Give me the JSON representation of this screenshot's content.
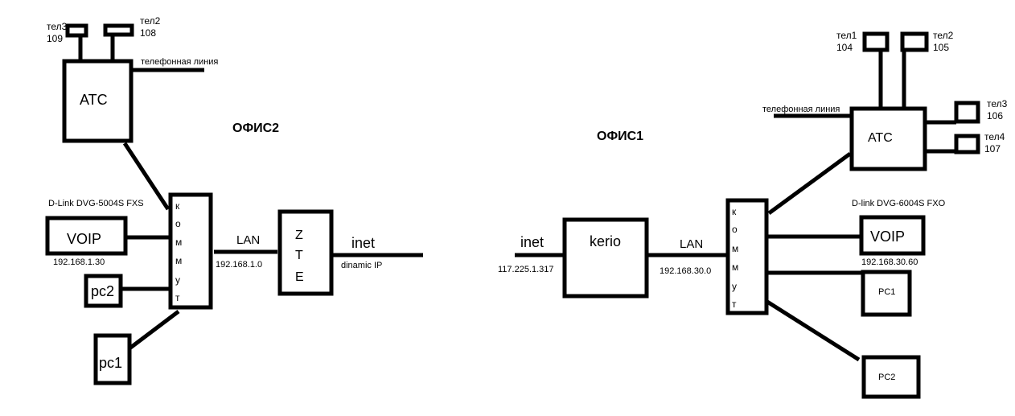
{
  "office2": {
    "title": "ОФИС2",
    "phones": [
      {
        "name": "тел3",
        "ext": "109"
      },
      {
        "name": "тел2",
        "ext": "108"
      }
    ],
    "atc": "АТС",
    "phone_line": "телефонная линия",
    "switch_letters": [
      "к",
      "о",
      "м",
      "м",
      "у",
      "т"
    ],
    "voip_model": "D-Link DVG-5004S FXS",
    "voip": "VOIP",
    "voip_ip": "192.168.1.30",
    "pc2": "pc2",
    "pc1": "pc1",
    "lan": "LAN",
    "lan_ip": "192.168.1.0",
    "router_letters": [
      "Z",
      "T",
      "E"
    ],
    "inet": "inet",
    "inet_note": "dinamic IP"
  },
  "office1": {
    "title": "ОФИС1",
    "inet": "inet",
    "inet_ip": "117.225.1.317",
    "router": "kerio",
    "lan": "LAN",
    "lan_ip": "192.168.30.0",
    "switch_letters": [
      "к",
      "о",
      "м",
      "м",
      "у",
      "т"
    ],
    "atc": "АТС",
    "phone_line": "телефонная линия",
    "phones": [
      {
        "name": "тел1",
        "ext": "104"
      },
      {
        "name": "тел2",
        "ext": "105"
      },
      {
        "name": "тел3",
        "ext": "106"
      },
      {
        "name": "тел4",
        "ext": "107"
      }
    ],
    "voip_model": "D-link DVG-6004S FXO",
    "voip": "VOIP",
    "voip_ip": "192.168.30.60",
    "pc1": "PC1",
    "pc2": "PC2"
  }
}
